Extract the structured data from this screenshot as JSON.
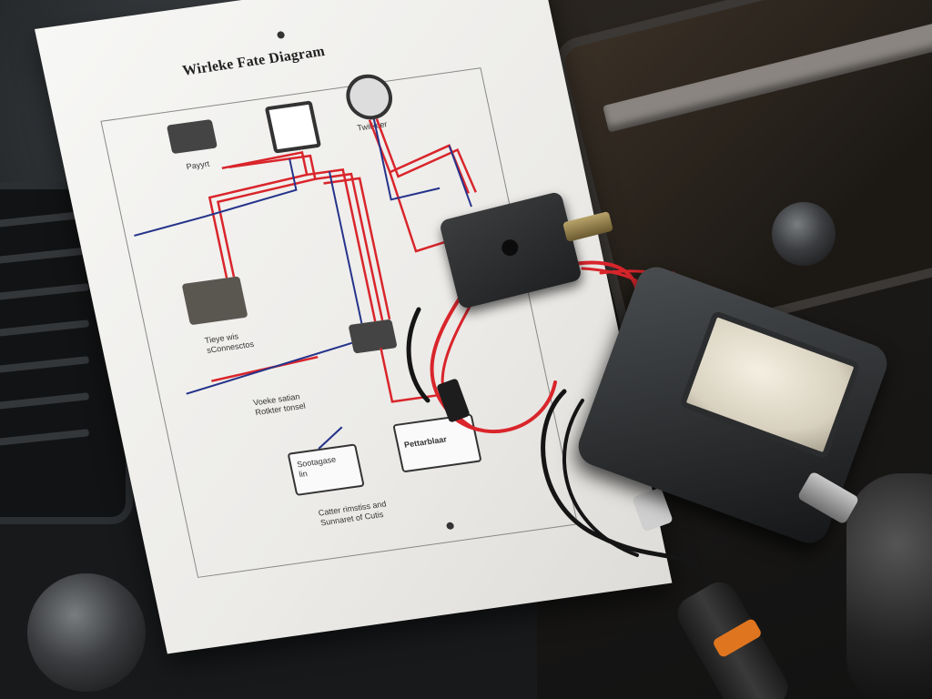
{
  "photo": {
    "subject": "printed wiring diagram with electronic test equipment on a car dashboard"
  },
  "diagram": {
    "title": "Wirleke Fate Diagram",
    "labels": {
      "component_left": "Payyrt",
      "component_gauge": "Twitkcer",
      "module_block": "Tieye wis\nsConnesctos",
      "relay_note": "Voeke satian\nRotkter tonsel",
      "bottom_left_box": "Sootagase\nlin",
      "bottom_right_box": "Pettarblaar",
      "footer_note": "Catter rimstiss and\nSunnaret of Cutis"
    }
  },
  "colors": {
    "wire_red": "#d9252b",
    "wire_blue": "#25338a",
    "paper": "#f2f1ee",
    "device_body": "#2a2c2e",
    "probe_ring": "#e0751f"
  }
}
